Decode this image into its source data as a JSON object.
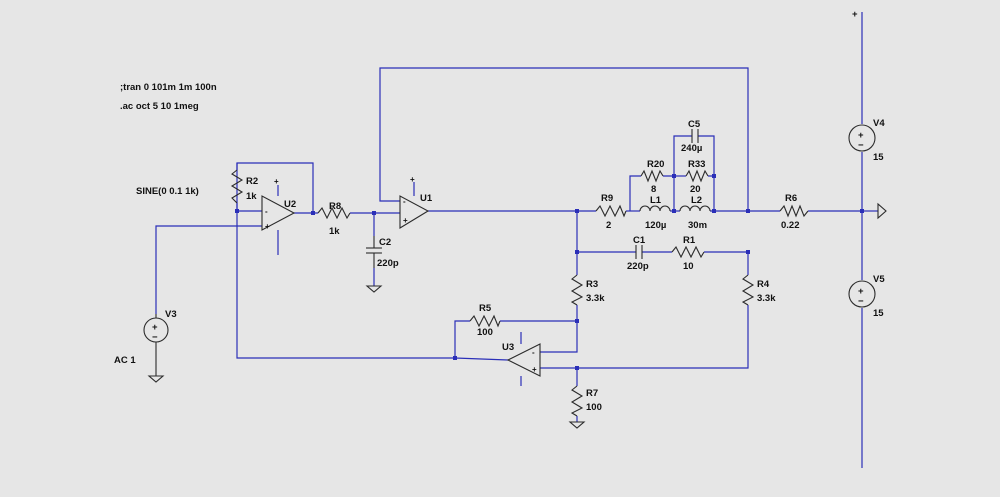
{
  "directives": {
    "tran": ";tran 0 101m 1m 100n",
    "ac": ".ac oct 5 10 1meg"
  },
  "source_signal": "SINE(0 0.1 1k)",
  "ac_label": "AC 1",
  "components": {
    "R2": {
      "name": "R2",
      "value": "1k"
    },
    "R8": {
      "name": "R8",
      "value": "1k"
    },
    "C2": {
      "name": "C2",
      "value": "220p"
    },
    "U1": {
      "name": "U1"
    },
    "U2": {
      "name": "U2"
    },
    "U3": {
      "name": "U3"
    },
    "R9": {
      "name": "R9",
      "value": "2"
    },
    "R20": {
      "name": "R20",
      "value": "8"
    },
    "R33": {
      "name": "R33",
      "value": "20"
    },
    "C5": {
      "name": "C5",
      "value": "240µ"
    },
    "L1": {
      "name": "L1",
      "value": "120µ"
    },
    "L2": {
      "name": "L2",
      "value": "30m"
    },
    "C1": {
      "name": "C1",
      "value": "220p"
    },
    "R1": {
      "name": "R1",
      "value": "10"
    },
    "R3": {
      "name": "R3",
      "value": "3.3k"
    },
    "R4": {
      "name": "R4",
      "value": "3.3k"
    },
    "R5": {
      "name": "R5",
      "value": "100"
    },
    "R7": {
      "name": "R7",
      "value": "100"
    },
    "R6": {
      "name": "R6",
      "value": "0.22"
    },
    "V3": {
      "name": "V3"
    },
    "V4": {
      "name": "V4",
      "value": "15"
    },
    "V5": {
      "name": "V5",
      "value": "15"
    }
  },
  "symbols": {
    "plus": "+",
    "minus": "−",
    "opamp_plus": "+",
    "opamp_minus": "-"
  }
}
